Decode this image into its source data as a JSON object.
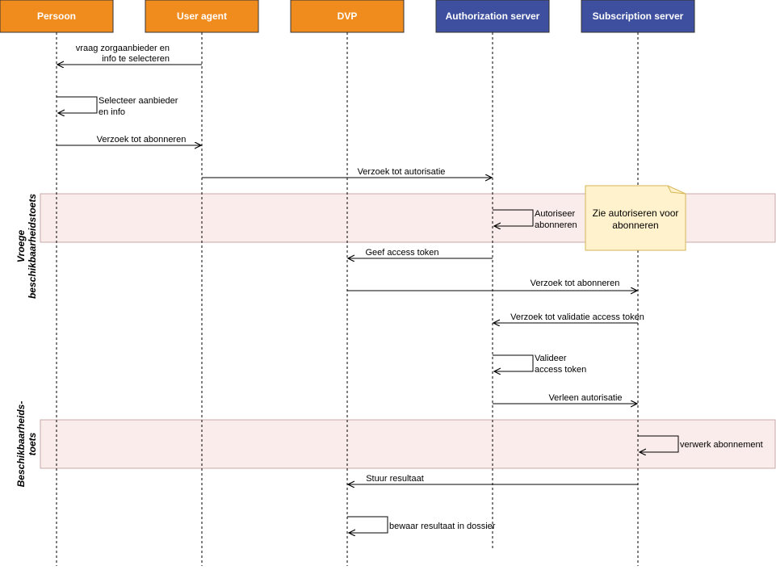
{
  "colors": {
    "orange": "#f08c1e",
    "blue": "#3d4f9e",
    "region_fill": "#faecea",
    "region_stroke": "#c8aaaa",
    "note_fill": "#fff2cc",
    "note_stroke": "#d6b656"
  },
  "participants": [
    {
      "label": "Persoon",
      "style": "orange"
    },
    {
      "label": "User agent",
      "style": "orange"
    },
    {
      "label": "DVP",
      "style": "orange"
    },
    {
      "label": "Authorization server",
      "style": "blue"
    },
    {
      "label": "Subscription server",
      "style": "blue"
    }
  ],
  "regions": [
    {
      "label_lines": [
        "Vroege",
        "beschikbaarheidstoets"
      ]
    },
    {
      "label_lines": [
        "Beschikbaarheids-",
        "toets"
      ]
    }
  ],
  "note": {
    "lines": [
      "Zie autoriseren voor",
      "abonneren"
    ]
  },
  "messages": [
    {
      "from": 1,
      "to": 0,
      "lines": [
        "vraag zorgaanbieder en",
        " info te selecteren"
      ]
    },
    {
      "from": 0,
      "to": 0,
      "lines": [
        "Selecteer aanbieder",
        "en info"
      ]
    },
    {
      "from": 0,
      "to": 1,
      "lines": [
        "Verzoek tot abonneren"
      ]
    },
    {
      "from": 1,
      "to": 3,
      "lines": [
        "Verzoek tot autorisatie"
      ]
    },
    {
      "from": 3,
      "to": 3,
      "lines": [
        "Autoriseer",
        "abonneren"
      ]
    },
    {
      "from": 3,
      "to": 2,
      "lines": [
        "Geef access token"
      ]
    },
    {
      "from": 2,
      "to": 4,
      "lines": [
        "Verzoek tot abonneren"
      ]
    },
    {
      "from": 4,
      "to": 3,
      "lines": [
        "Verzoek tot validatie access token"
      ]
    },
    {
      "from": 3,
      "to": 3,
      "lines": [
        "Valideer",
        "access token"
      ]
    },
    {
      "from": 3,
      "to": 4,
      "lines": [
        "Verleen autorisatie"
      ]
    },
    {
      "from": 4,
      "to": 4,
      "lines": [
        "verwerk abonnement"
      ]
    },
    {
      "from": 4,
      "to": 2,
      "lines": [
        "Stuur resultaat"
      ]
    },
    {
      "from": 2,
      "to": 2,
      "lines": [
        "bewaar resultaat in dossier"
      ]
    }
  ]
}
